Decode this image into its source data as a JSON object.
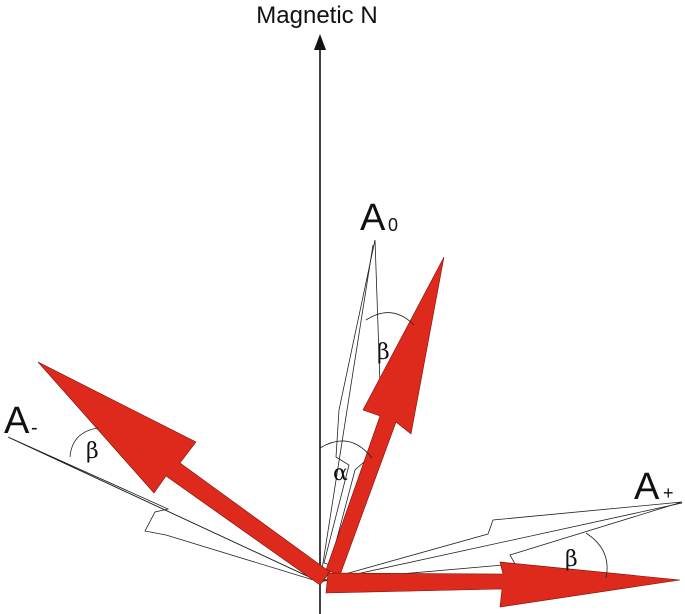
{
  "axis": {
    "north_label": "Magnetic N"
  },
  "vectors": {
    "a_zero": {
      "label_main": "A",
      "label_sub": "0"
    },
    "a_minus": {
      "label_main": "A",
      "label_sub": "-"
    },
    "a_plus": {
      "label_main": "A",
      "label_sub": "+"
    }
  },
  "angles": {
    "alpha": "α",
    "beta": "β"
  },
  "colors": {
    "red_arrow_fill": "#dd2a1c",
    "red_arrow_stroke": "#7a0f08",
    "line": "#222222"
  }
}
